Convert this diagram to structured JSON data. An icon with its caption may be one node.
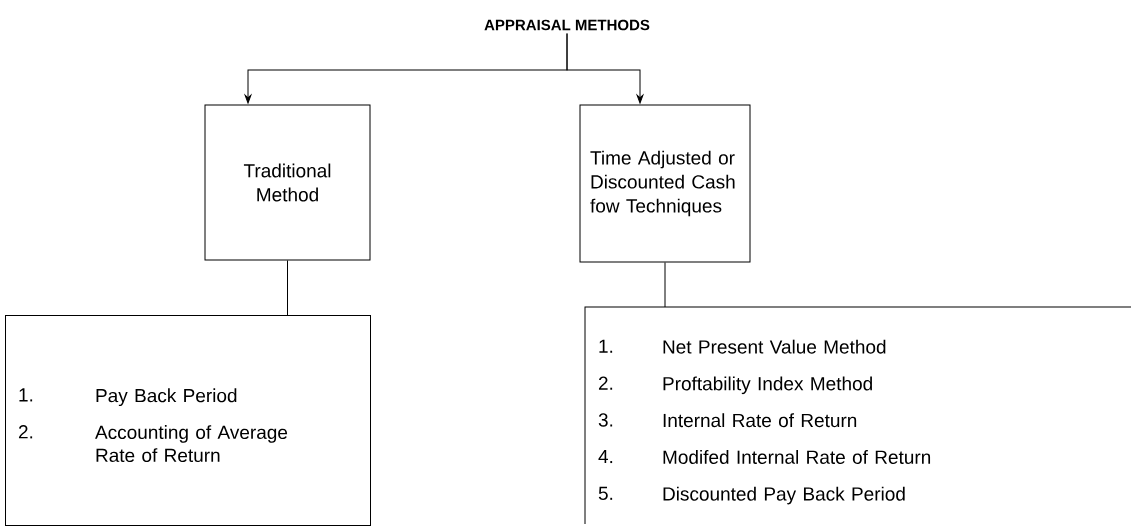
{
  "diagram": {
    "nodes": [
      {
        "text": [
          "APPRAISAL METHODS"
        ]
      },
      {
        "text": [
          "Traditional Method"
        ]
      },
      {
        "text": [
          "Time Adjusted or Discounted Cash fow Techniques"
        ]
      },
      {
        "text": [
          "1.",
          "Pay Back Period",
          "2.",
          "Accounting of Average Rate of Return"
        ]
      },
      {
        "text": [
          "1.",
          "Net Present Value Method",
          "2.",
          "Proftability Index Method",
          "3.",
          "Internal Rate of Return",
          "4.",
          "Modifed Internal Rate of Return",
          "5.",
          "Discounted Pay Back Period"
        ]
      }
    ],
    "edges": [
      {
        "from": 0,
        "to": 1,
        "arrow": "to"
      },
      {
        "from": 0,
        "to": 2,
        "arrow": "to"
      },
      {
        "from": 1,
        "to": 3,
        "arrow": "none"
      },
      {
        "from": 2,
        "to": 4,
        "arrow": "none"
      }
    ]
  }
}
